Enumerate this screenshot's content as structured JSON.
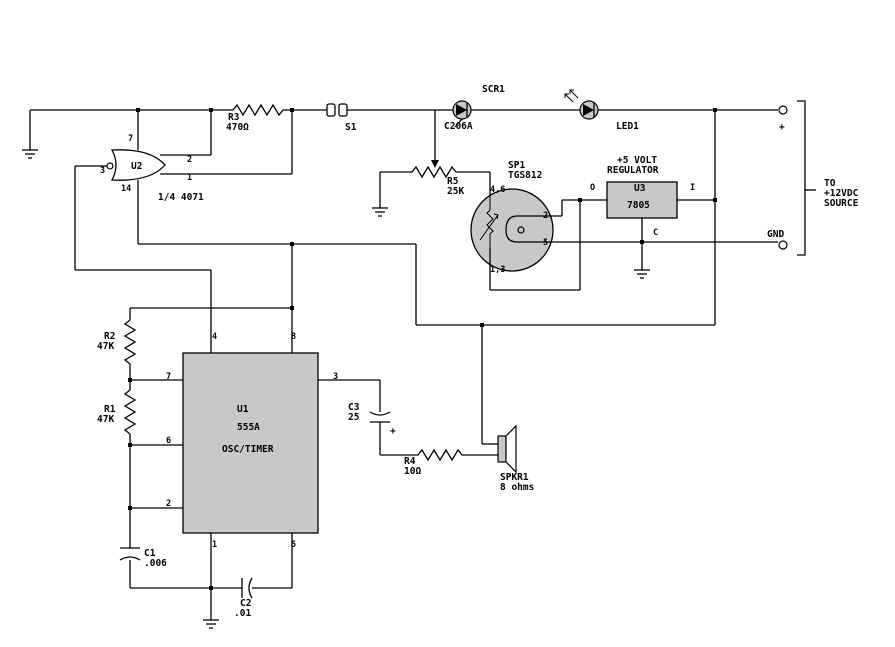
{
  "components": {
    "scr1": {
      "ref": "SCR1",
      "part": "C206A"
    },
    "led1": {
      "ref": "LED1"
    },
    "r3": {
      "ref": "R3",
      "value": "470Ω"
    },
    "s1": {
      "ref": "S1"
    },
    "u2": {
      "ref": "U2",
      "part": "1/4 4071",
      "pins": {
        "p7": "7",
        "p3": "3",
        "p14": "14",
        "p2": "2",
        "p1": "1"
      }
    },
    "r5": {
      "ref": "R5",
      "value": "25K"
    },
    "sp1": {
      "ref": "SP1",
      "part": "TGS812",
      "pins": {
        "p46": "4,6",
        "p13": "1,3",
        "p2": "2",
        "p5": "5"
      }
    },
    "u3": {
      "ref": "U3",
      "part": "7805",
      "title1": "+5 VOLT",
      "title2": "REGULATOR",
      "pins": {
        "o": "O",
        "i": "I",
        "c": "C"
      }
    },
    "u1": {
      "ref": "U1",
      "part": "555A",
      "desc": "OSC/TIMER",
      "pins": {
        "p4": "4",
        "p8": "8",
        "p7": "7",
        "p6": "6",
        "p2": "2",
        "p3": "3",
        "p1": "1",
        "p5": "5"
      }
    },
    "r2": {
      "ref": "R2",
      "value": "47K"
    },
    "r1": {
      "ref": "R1",
      "value": "47K"
    },
    "c1": {
      "ref": "C1",
      "value": ".006"
    },
    "c2": {
      "ref": "C2",
      "value": ".01"
    },
    "c3": {
      "ref": "C3",
      "value": "25",
      "polarity": "+"
    },
    "r4": {
      "ref": "R4",
      "value": "10Ω"
    },
    "spkr1": {
      "ref": "SPKR1",
      "value": "8 ohms"
    }
  },
  "terminals": {
    "plus": "+",
    "gnd": "GND",
    "source_l1": "TO",
    "source_l2": "+12VDC",
    "source_l3": "SOURCE"
  }
}
